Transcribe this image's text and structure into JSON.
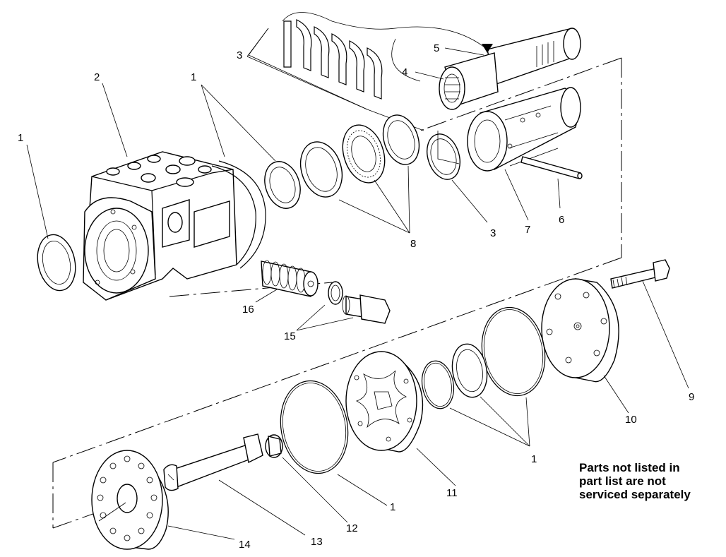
{
  "callouts": {
    "c1_left": "1",
    "c2": "2",
    "c1_top": "1",
    "c3_top": "3",
    "c5": "5",
    "c4": "4",
    "c8": "8",
    "c3_right": "3",
    "c7": "7",
    "c6": "6",
    "c16": "16",
    "c15": "15",
    "c9": "9",
    "c10": "10",
    "c1_bottom_right": "1",
    "c11": "11",
    "c1_bottom": "1",
    "c12": "12",
    "c13": "13",
    "c14": "14"
  },
  "note": {
    "line1": "Parts not listed in",
    "line2": "part list are not",
    "line3": "serviced separately"
  }
}
